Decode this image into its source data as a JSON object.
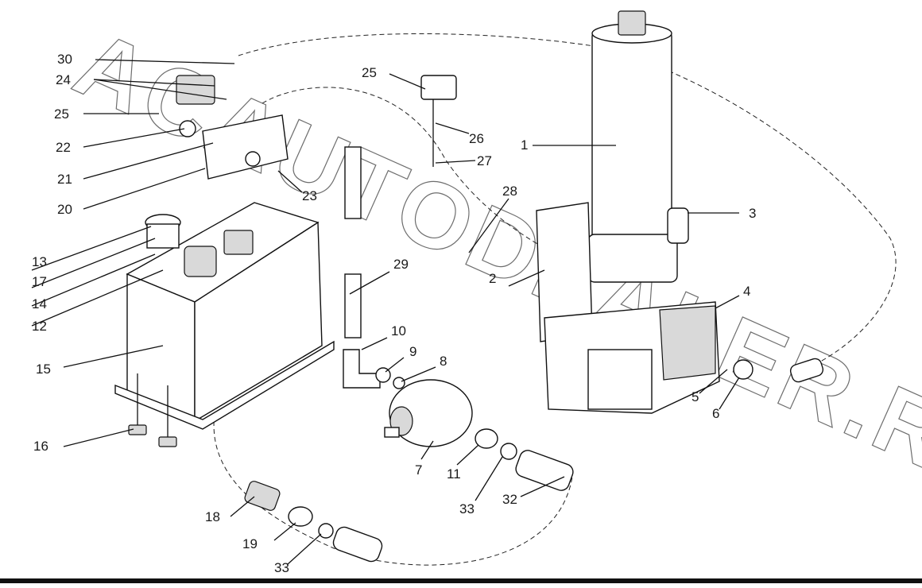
{
  "watermark": {
    "text": "ACAUTODEALER.RU"
  },
  "callouts": [
    "30",
    "24",
    "25",
    "22",
    "21",
    "20",
    "23",
    "25",
    "26",
    "27",
    "1",
    "28",
    "3",
    "13",
    "17",
    "14",
    "12",
    "15",
    "29",
    "2",
    "4",
    "10",
    "9",
    "8",
    "5",
    "6",
    "16",
    "7",
    "11",
    "33",
    "32",
    "18",
    "19",
    "33"
  ]
}
